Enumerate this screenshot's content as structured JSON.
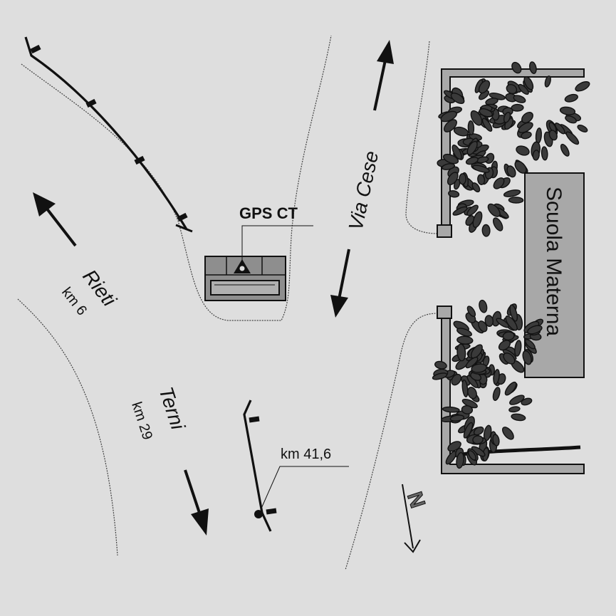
{
  "map": {
    "labels": {
      "gps": "GPS CT",
      "street": "Via Cese",
      "school": "Scuola Materna",
      "rieti_name": "Rieti",
      "rieti_distance": "km 6",
      "terni_name": "Terni",
      "terni_distance": "km 29",
      "km_marker": "km 41,6",
      "north": "N"
    },
    "colors": {
      "background": "#dedede",
      "building_fill": "#a8a8a8",
      "station_fill": "#8e8e8e",
      "foliage": "#3a3a3a",
      "ink": "#111111"
    },
    "icons": [
      "gps-marker-icon",
      "north-arrow-icon",
      "tree-icon",
      "direction-arrow-icon"
    ]
  }
}
